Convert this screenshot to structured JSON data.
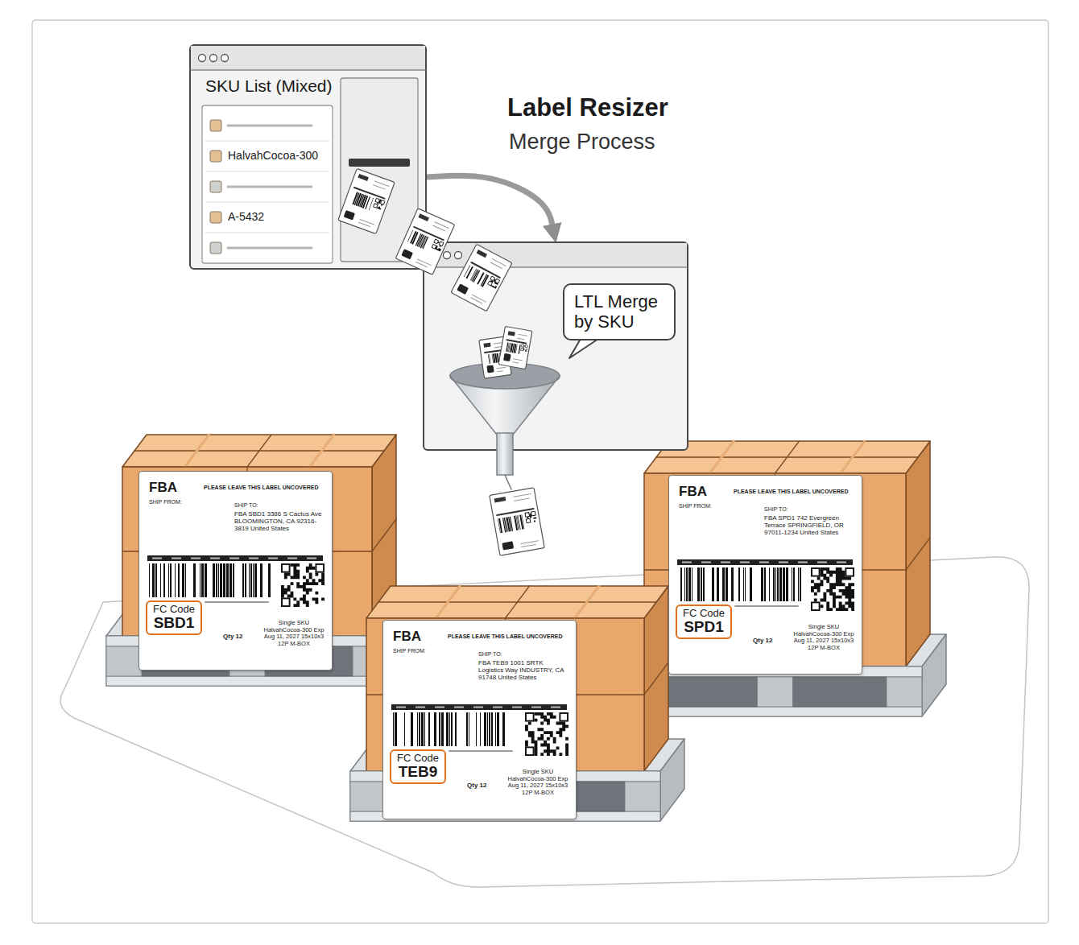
{
  "diagram": {
    "title": "Label Resizer",
    "nodes": [
      {
        "text": [
          "SKU List (Mixed)",
          "HalvahCocoa-300",
          "A-5432"
        ]
      },
      {
        "text": [
          "LTL Merge by SKU"
        ]
      },
      {
        "text": [
          "FBA",
          "PLEASE LEAVE THIS LABEL UNCOVERED",
          "SHIP FROM:",
          "SHIP TO:",
          "FBA SBD1 3386 S Cactus Ave BLOOMINGTON, CA 92316-3819 United States",
          "Qty 12",
          "Single SKU HalvahCocoa-300 Exp Aug 11, 2027 15x10x3 12P M-BOX"
        ]
      },
      {
        "text": [
          "FC Code",
          "SBD1"
        ],
        "in": 2
      },
      {
        "text": [
          "FBA",
          "PLEASE LEAVE THIS LABEL UNCOVERED",
          "SHIP FROM:",
          "SHIP TO:",
          "FBA SPD1 742 Evergreen Terrace SPRINGFIELD, OR 97011-1234 United States",
          "Qty 12",
          "Single SKU HalvahCocoa-300 Exp Aug 11, 2027 15x10x3 12P M-BOX"
        ]
      },
      {
        "text": [
          "FC Code",
          "SPD1"
        ],
        "in": 4
      },
      {
        "text": [
          "FBA",
          "PLEASE LEAVE THIS LABEL UNCOVERED",
          "SHIP FROM:",
          "SHIP TO:",
          "FBA TEB9 1001 SRTK Logistics Way INDUSTRY, CA 91748 United States",
          "Qty 12",
          "Single SKU HalvahCocoa-300 Exp Aug 11, 2027 15x10x3 12P M-BOX"
        ]
      },
      {
        "text": [
          "FC Code",
          "TEB9"
        ],
        "in": 6
      }
    ],
    "edges": [
      {
        "from": 0,
        "to": 1,
        "arrow": "to"
      }
    ],
    "labels": [
      "Merge Process"
    ]
  }
}
